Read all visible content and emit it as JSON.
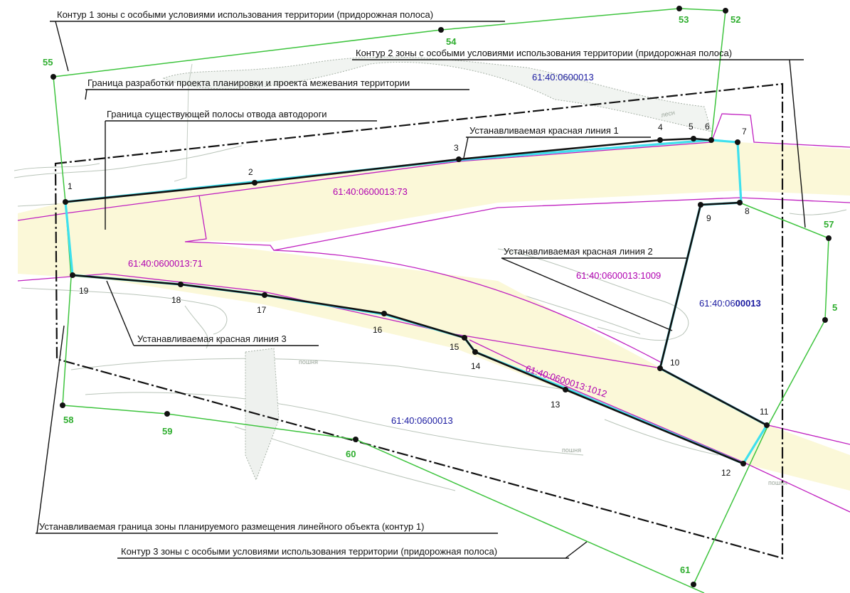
{
  "callouts": {
    "contour1": "Контур 1 зоны с особыми условиями использования территории (придорожная полоса)",
    "contour2": "Контур 2 зоны с особыми условиями использования территории (придорожная полоса)",
    "boundary_plan": "Граница разработки проекта планировки и проекта межевания территории",
    "existing_strip": "Граница существующей полосы отвода автодороги",
    "red_line_1": "Устанавливаемая красная линия 1",
    "red_line_2": "Устанавливаемая красная линия 2",
    "red_line_3": "Устанавливаемая красная линия 3",
    "zone_boundary": "Устанавливаемая граница зоны планируемого размещения линейного объекта (контур 1)",
    "contour3": "Контур 3 зоны с особыми условиями использования территории (придорожная полоса)"
  },
  "cadastral": {
    "quarter_top": "61:40:0600013",
    "quarter_right_a": "61:40:06",
    "quarter_right_b": "00013",
    "quarter_bottom": "61:40:0600013",
    "parcel_73": "61:40:0600013:73",
    "parcel_71": "61:40:0600013:71",
    "parcel_1009": "61:40:0600013:1009",
    "parcel_1012": "61:40:0600013:1012"
  },
  "points_black": [
    "1",
    "2",
    "3",
    "4",
    "5",
    "6",
    "7",
    "8",
    "9",
    "10",
    "11",
    "12",
    "13",
    "14",
    "15",
    "16",
    "17",
    "18",
    "19"
  ],
  "points_green": [
    "52",
    "53",
    "54",
    "55",
    "57",
    "5",
    "58",
    "59",
    "60",
    "61"
  ],
  "terrain": {
    "word_a": "пошня",
    "word_b": "пошня",
    "word_c": "пошня",
    "word_d": "лесн"
  },
  "colors": {
    "background": "#ffffff",
    "road_fill": "#fbf8d8",
    "red_line": "#111111",
    "zone_outline": "#3ee0ee",
    "green_contour": "#3ec43e",
    "cadastral_magenta": "#c020c0",
    "quarter_label": "#1a1aa0",
    "terrain": "#b9c4b9",
    "stipple": "#8f9a8f"
  }
}
